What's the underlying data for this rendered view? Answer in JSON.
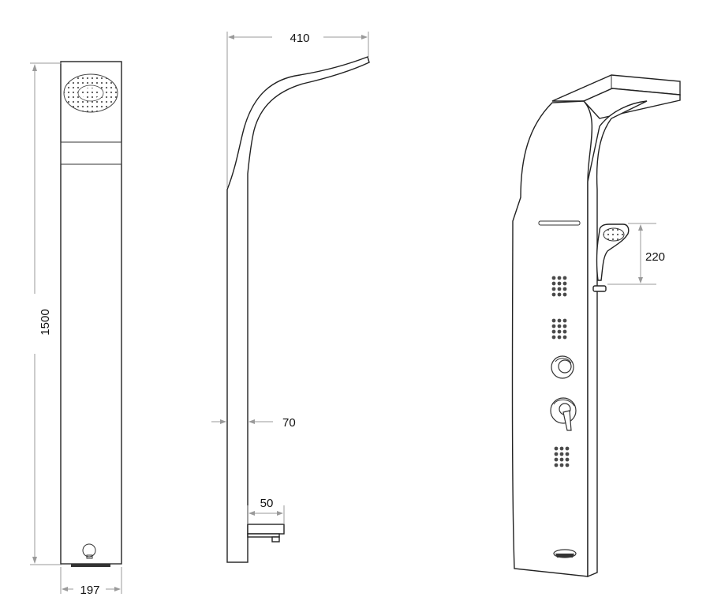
{
  "colors": {
    "outline": "#222222",
    "dimension": "#9a9a9a",
    "text": "#111111"
  },
  "dimensions": {
    "height": "1500",
    "front_width": "197",
    "top_projection": "410",
    "side_thickness": "70",
    "spout": "50",
    "hand_shower": "220"
  }
}
